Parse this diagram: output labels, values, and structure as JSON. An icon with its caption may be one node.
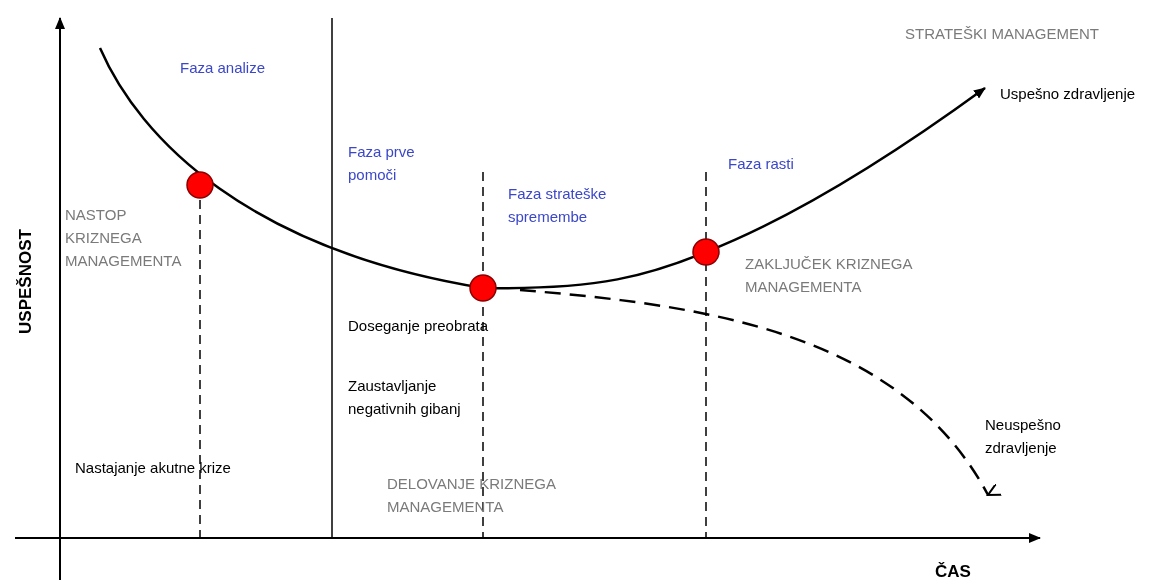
{
  "diagram": {
    "labels": [
      "Faza analize",
      "STRATEŠKI MANAGEMENT",
      "Uspešno zdravljenje",
      "Faza prve pomoči",
      "Faza rasti",
      "Faza strateške spremembe",
      "NASTOP KRIZNEGA MANAGEMENTA",
      "ZAKLJUČEK KRIZNEGA MANAGEMENTA",
      "USPEŠNOST",
      "Doseganje preobrata",
      "Zaustavljanje negativnih gibanj",
      "Neuspešno zdravljenje",
      "Nastajanje akutne krize",
      "DELOVANJE KRIZNEGA MANAGEMENTA",
      "ČAS"
    ]
  }
}
